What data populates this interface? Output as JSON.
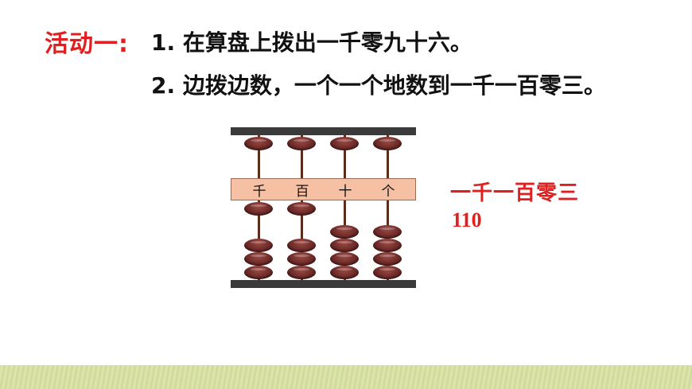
{
  "activity": {
    "label": "活动一:"
  },
  "instructions": [
    "1. 在算盘上拨出一千零九十六。",
    "2. 边拨边数，一个一个地数到一千一百零三。"
  ],
  "abacus": {
    "place_labels": [
      "千",
      "百",
      "十",
      "个"
    ],
    "colors": {
      "bead": "#6e2b28",
      "beam": "#f6c0a4",
      "frame": "#3a3a3a"
    }
  },
  "count": {
    "words": "一千一百零三",
    "number": "110"
  },
  "colors": {
    "accent": "#e02020",
    "ground": "#d2dc9c"
  }
}
